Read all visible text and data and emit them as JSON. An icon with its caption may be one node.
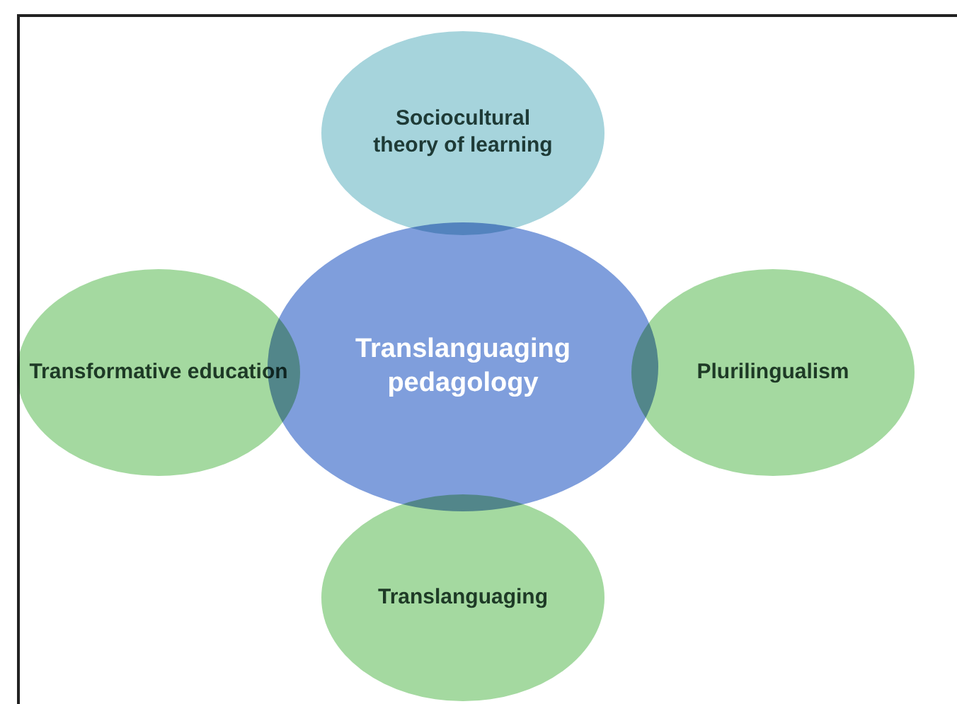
{
  "diagram": {
    "nodes": [
      {
        "text": [
          "Translanguaging pedagology"
        ]
      },
      {
        "text": [
          "Sociocultural theory of learning"
        ]
      },
      {
        "text": [
          "Transformative education"
        ]
      },
      {
        "text": [
          "Plurilingualism"
        ]
      },
      {
        "text": [
          "Translanguaging"
        ]
      }
    ]
  }
}
